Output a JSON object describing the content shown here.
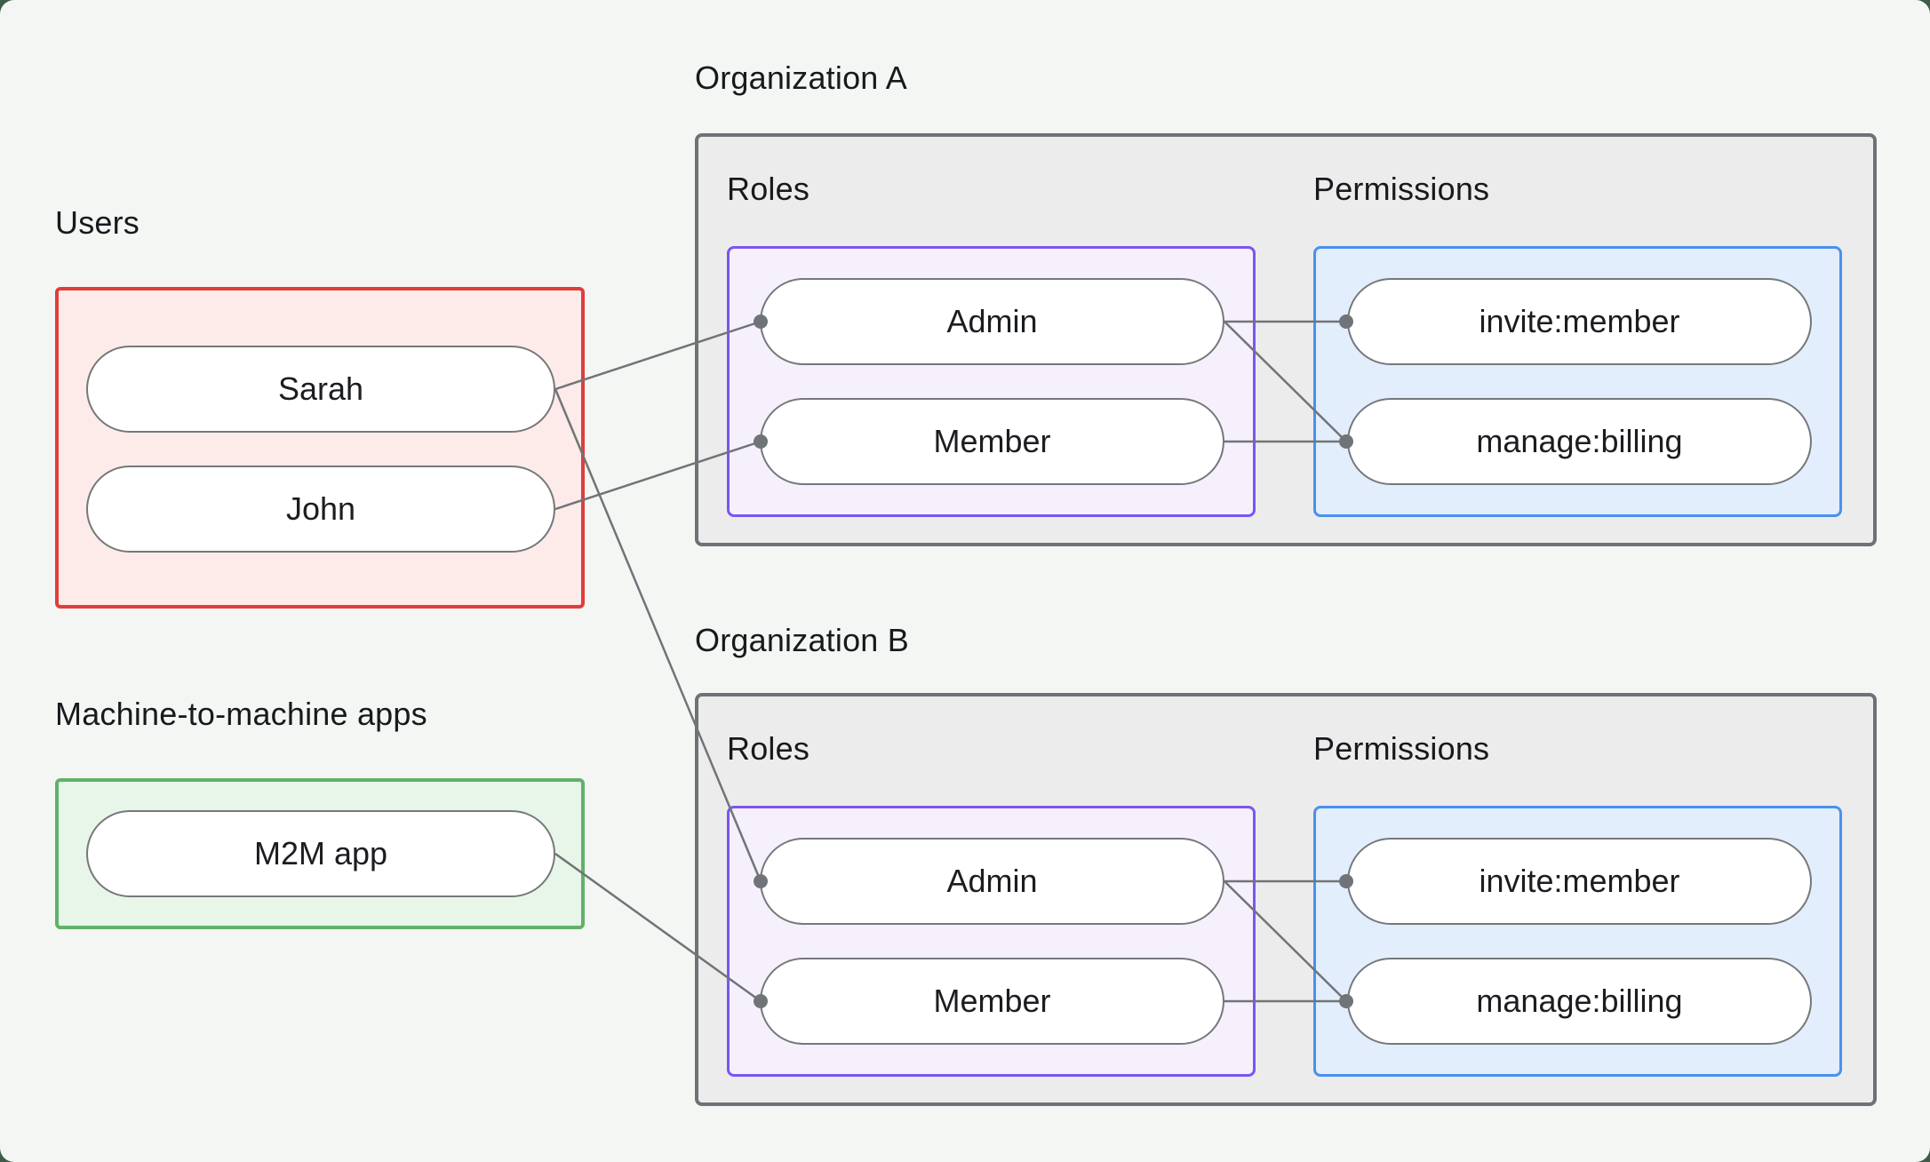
{
  "left": {
    "users_label": "Users",
    "users": [
      "Sarah",
      "John"
    ],
    "m2m_label": "Machine-to-machine apps",
    "m2m_apps": [
      "M2M app"
    ]
  },
  "org_a": {
    "title": "Organization A",
    "roles_label": "Roles",
    "permissions_label": "Permissions",
    "roles": [
      "Admin",
      "Member"
    ],
    "permissions": [
      "invite:member",
      "manage:billing"
    ]
  },
  "org_b": {
    "title": "Organization B",
    "roles_label": "Roles",
    "permissions_label": "Permissions",
    "roles": [
      "Admin",
      "Member"
    ],
    "permissions": [
      "invite:member",
      "manage:billing"
    ]
  },
  "edges": [
    {
      "from": "Sarah",
      "to": "org_a.Admin"
    },
    {
      "from": "Sarah",
      "to": "org_b.Admin"
    },
    {
      "from": "John",
      "to": "org_a.Member"
    },
    {
      "from": "M2M app",
      "to": "org_b.Member"
    },
    {
      "from": "org_a.Admin",
      "to": "org_a.invite:member"
    },
    {
      "from": "org_a.Admin",
      "to": "org_a.manage:billing"
    },
    {
      "from": "org_a.Member",
      "to": "org_a.manage:billing"
    },
    {
      "from": "org_b.Admin",
      "to": "org_b.invite:member"
    },
    {
      "from": "org_b.Admin",
      "to": "org_b.manage:billing"
    },
    {
      "from": "org_b.Member",
      "to": "org_b.manage:billing"
    }
  ],
  "colors": {
    "page_background": "#f4f6f4",
    "outside_background": "#3f5c49",
    "users_border": "#df3e3b",
    "users_fill": "#fcebe9",
    "m2m_border": "#5fb269",
    "m2m_fill": "#e8f5e9",
    "org_border": "#6d7276",
    "org_fill": "#ececed",
    "roles_border": "#7a55f2",
    "roles_fill": "#f6f0fd",
    "permissions_border": "#4a90ef",
    "permissions_fill": "#e2eefb",
    "node_border": "#75787b",
    "node_fill": "#ffffff",
    "connector": "#707478",
    "text": "#1b1d20"
  }
}
